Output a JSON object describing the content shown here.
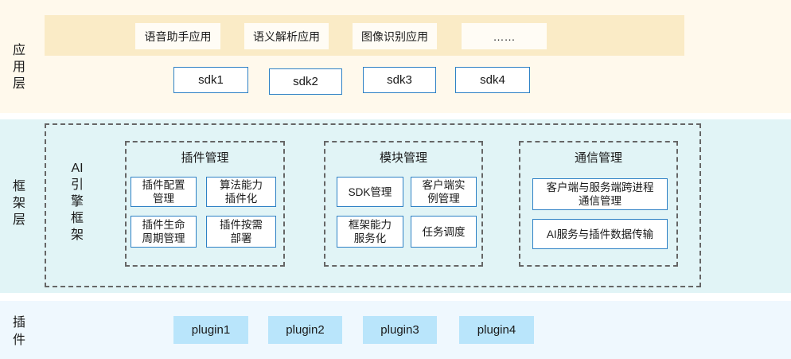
{
  "colors": {
    "app_layer_bg": "#FFF9EC",
    "app_band_bg": "#FAEBC6",
    "app_box_bg": "#FFFCF5",
    "framework_bg": "#E1F4F6",
    "plugin_layer_bg": "#EFF8FE",
    "plugin_box_bg": "#B9E5FB",
    "accent_blue": "#2E81C5",
    "dash_gray": "#666666",
    "text": "#1A1A1A"
  },
  "layers": {
    "app": {
      "label": "应\n用\n层",
      "apps": [
        {
          "label": "语音助手应用"
        },
        {
          "label": "语义解析应用"
        },
        {
          "label": "图像识别应用"
        },
        {
          "label": "……"
        }
      ],
      "sdks": [
        {
          "label": "sdk1"
        },
        {
          "label": "sdk2"
        },
        {
          "label": "sdk3"
        },
        {
          "label": "sdk4"
        }
      ]
    },
    "framework": {
      "label": "框\n架\n层",
      "engine_label": "AI\n引\n擎\n框\n架",
      "groups": [
        {
          "title": "插件管理",
          "items": [
            "插件配置\n管理",
            "算法能力\n插件化",
            "插件生命\n周期管理",
            "插件按需\n部署"
          ]
        },
        {
          "title": "模块管理",
          "items": [
            "SDK管理",
            "客户端实\n例管理",
            "框架能力\n服务化",
            "任务调度"
          ]
        },
        {
          "title": "通信管理",
          "items": [
            "客户端与服务端跨进程\n通信管理",
            "AI服务与插件数据传输"
          ]
        }
      ]
    },
    "plugin": {
      "label": "插\n件",
      "plugins": [
        {
          "label": "plugin1"
        },
        {
          "label": "plugin2"
        },
        {
          "label": "plugin3"
        },
        {
          "label": "plugin4"
        }
      ]
    }
  }
}
